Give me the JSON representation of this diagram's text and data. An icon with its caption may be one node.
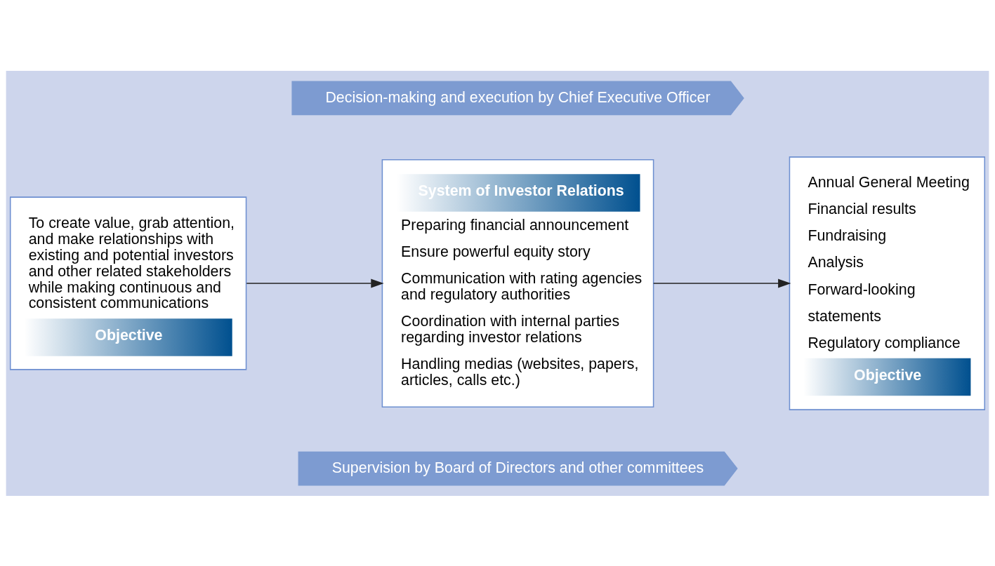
{
  "diagram": {
    "nodes": [
      {
        "text": [
          "Supervision by Board of Directors and other committees"
        ]
      },
      {
        "text": [
          "To create value, grab attention, and make relationships with existing and potential investors and other related stakeholders while making continuous and consistent communications",
          "Objective"
        ]
      },
      {
        "text": [
          "System of Investor Relations",
          "Preparing financial announcement",
          "Ensure powerful equity story",
          "Communication with rating agencies and regulatory authorities",
          "Coordination with internal parties regarding investor relations",
          "Handling medias (websites, papers, articles, calls etc.)"
        ]
      },
      {
        "text": [
          "Annual General Meeting",
          "Financial results",
          "Fundraising",
          "Analysis",
          "Forward-looking",
          "statements",
          "Regulatory compliance",
          "Objective"
        ]
      },
      {
        "text": [
          "Decision-making and execution by Chief Executive Officer"
        ]
      }
    ],
    "edges": [
      {
        "from": 1,
        "to": 2,
        "arrow": "to"
      },
      {
        "from": 2,
        "to": 3,
        "arrow": "to"
      }
    ]
  }
}
